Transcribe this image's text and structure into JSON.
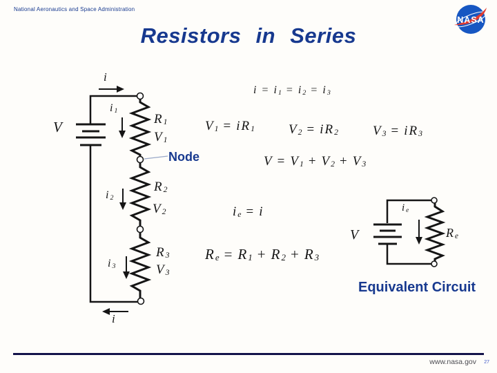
{
  "colors": {
    "brand_blue": "#17398f",
    "ink": "#151515",
    "logo_blue": "#1757c2",
    "logo_red": "#e03c31",
    "footer_line_navy": "#13134a",
    "footer_text_gray": "#4c4c52",
    "page_number_blue": "#4059c8",
    "background": "#fefdfa"
  },
  "header": {
    "agency_line": "National Aeronautics and Space Administration",
    "logo_text": "NASA"
  },
  "title": "Resistors in Series",
  "diagram": {
    "labels": {
      "v_source": [
        {
          "t": "V"
        }
      ],
      "i_top": [
        {
          "t": "i"
        }
      ],
      "i_bottom": [
        {
          "t": "i"
        }
      ],
      "i1": [
        {
          "t": "i",
          "s": "1"
        }
      ],
      "i2": [
        {
          "t": "i",
          "s": "2"
        }
      ],
      "i3": [
        {
          "t": "i",
          "s": "3"
        }
      ],
      "r1": [
        {
          "t": "R",
          "s": "1"
        }
      ],
      "r2": [
        {
          "t": "R",
          "s": "2"
        }
      ],
      "r3": [
        {
          "t": "R",
          "s": "3"
        }
      ],
      "v1": [
        {
          "t": "V",
          "s": "1"
        }
      ],
      "v2": [
        {
          "t": "V",
          "s": "2"
        }
      ],
      "v3": [
        {
          "t": "V",
          "s": "3"
        }
      ],
      "node": "Node"
    }
  },
  "equations": {
    "current": [
      {
        "t": "i"
      },
      {
        "op": "="
      },
      {
        "t": "i",
        "s": "1"
      },
      {
        "op": "="
      },
      {
        "t": "i",
        "s": "2"
      },
      {
        "op": "="
      },
      {
        "t": "i",
        "s": "3"
      }
    ],
    "ohm1": [
      {
        "t": "V",
        "s": "1"
      },
      {
        "op": "="
      },
      {
        "t": "i"
      },
      {
        "t": "R",
        "s": "1"
      }
    ],
    "ohm2": [
      {
        "t": "V",
        "s": "2"
      },
      {
        "op": "="
      },
      {
        "t": "i"
      },
      {
        "t": "R",
        "s": "2"
      }
    ],
    "ohm3": [
      {
        "t": "V",
        "s": "3"
      },
      {
        "op": "="
      },
      {
        "t": "i"
      },
      {
        "t": "R",
        "s": "3"
      }
    ],
    "kvl": [
      {
        "t": "V"
      },
      {
        "op": "="
      },
      {
        "t": "V",
        "s": "1"
      },
      {
        "op": "+"
      },
      {
        "t": "V",
        "s": "2"
      },
      {
        "op": "+"
      },
      {
        "t": "V",
        "s": "3"
      }
    ],
    "equiv_current": [
      {
        "t": "i",
        "s": "e"
      },
      {
        "op": "="
      },
      {
        "t": "i"
      }
    ],
    "equiv_resistance": [
      {
        "t": "R",
        "s": "e"
      },
      {
        "op": "="
      },
      {
        "t": "R",
        "s": "1"
      },
      {
        "op": "+"
      },
      {
        "t": "R",
        "s": "2"
      },
      {
        "op": "+"
      },
      {
        "t": "R",
        "s": "3"
      }
    ]
  },
  "equivalent": {
    "labels": {
      "v_source": [
        {
          "t": "V"
        }
      ],
      "ie": [
        {
          "t": "i",
          "s": "e"
        }
      ],
      "re": [
        {
          "t": "R",
          "s": "e"
        }
      ]
    },
    "caption": "Equivalent Circuit"
  },
  "footer": {
    "url": "www.nasa.gov",
    "page_number": "27"
  }
}
